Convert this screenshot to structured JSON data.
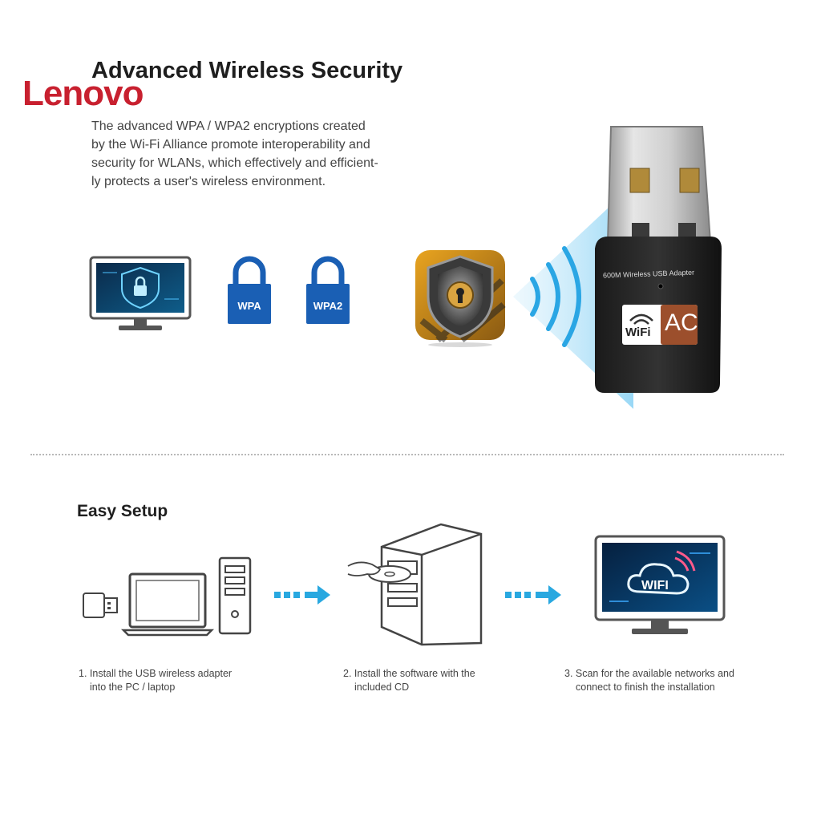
{
  "brand": {
    "logo_text": "Lenovo",
    "color": "#c8202f"
  },
  "security": {
    "title": "Advanced Wireless Security",
    "body_lines": [
      "The advanced WPA / WPA2 encryptions created",
      "by the Wi-Fi Alliance promote interoperability and",
      "security for WLANs, which effectively and efficient-",
      "ly protects a user's wireless environment."
    ],
    "locks": [
      {
        "label": "WPA",
        "color": "#1a5fb4"
      },
      {
        "label": "WPA2",
        "color": "#1a5fb4"
      }
    ],
    "icons": [
      "monitor-security-icon",
      "lock-icon",
      "shield-key-icon",
      "wifi-waves-icon"
    ]
  },
  "adapter": {
    "label": "600M Wireless USB Adapter",
    "wifi_text": "WiFi",
    "ac_text": "AC",
    "ac_color": "#a0522d"
  },
  "setup": {
    "title": "Easy Setup",
    "steps": [
      {
        "line1": "1. Install the USB wireless adapter",
        "line2": "into the PC / laptop"
      },
      {
        "line1": "2. Install the software with the",
        "line2": "included CD"
      },
      {
        "line1": "3. Scan for the available networks and",
        "line2": "connect to finish the installation"
      }
    ],
    "screen_text": "WIFI",
    "arrow_color": "#29a8e0"
  }
}
